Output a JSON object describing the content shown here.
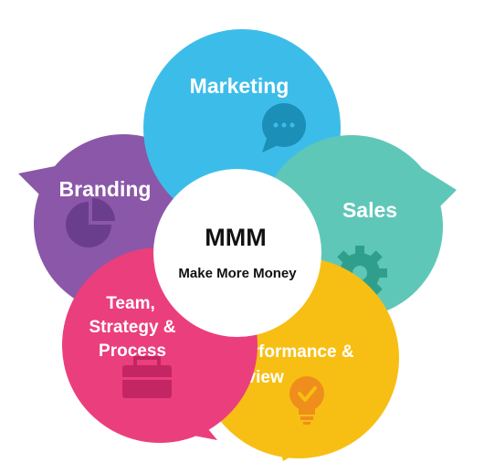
{
  "center": {
    "title": "MMM",
    "subtitle": "Make More Money"
  },
  "segments": [
    {
      "id": "marketing",
      "lines": [
        "Marketing"
      ],
      "icon": "chat-bubble-icon",
      "color": "#3cbde9"
    },
    {
      "id": "sales",
      "lines": [
        "Sales"
      ],
      "icon": "gear-icon",
      "color": "#5fc7b8"
    },
    {
      "id": "performance",
      "lines": [
        "Performance &",
        "Review"
      ],
      "icon": "lightbulb-check-icon",
      "color": "#f7bf14"
    },
    {
      "id": "team",
      "lines": [
        "Team,",
        "Strategy &",
        "Process"
      ],
      "icon": "briefcase-icon",
      "color": "#ea3f7c"
    },
    {
      "id": "branding",
      "lines": [
        "Branding"
      ],
      "icon": "pie-chart-icon",
      "color": "#8b57a8"
    }
  ]
}
